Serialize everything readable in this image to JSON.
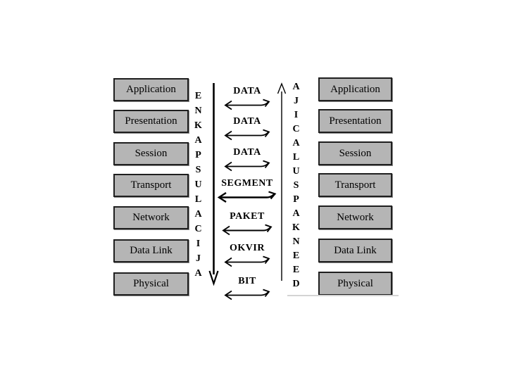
{
  "diagram": {
    "description": "OSI model encapsulation / de-encapsulation slide",
    "colors": {
      "background": "#ffffff",
      "box_fill": "#b5b5b5",
      "box_border": "#1f1f1f",
      "arrow": "#000000",
      "shadow_line": "#d4d4d4"
    },
    "left_stack": [
      "Application",
      "Presentation",
      "Session",
      "Transport",
      "Network",
      "Data Link",
      "Physical"
    ],
    "right_stack": [
      "Application",
      "Presentation",
      "Session",
      "Transport",
      "Network",
      "Data Link",
      "Physical"
    ],
    "pdus": [
      "DATA",
      "DATA",
      "DATA",
      "SEGMENT",
      "PAKET",
      "OKVIR",
      "BIT"
    ],
    "encapsulation_word": "ENKAPSULACIJA",
    "encapsulation_letters": [
      "E",
      "N",
      "K",
      "A",
      "P",
      "S",
      "U",
      "L",
      "A",
      "C",
      "I",
      "J",
      "A"
    ],
    "decapsulation_word": "DEENKAPSULACIJA",
    "decapsulation_letters_top_to_bottom": [
      "A",
      "J",
      "I",
      "C",
      "A",
      "L",
      "U",
      "S",
      "P",
      "A",
      "K",
      "N",
      "E",
      "E",
      "D"
    ]
  }
}
